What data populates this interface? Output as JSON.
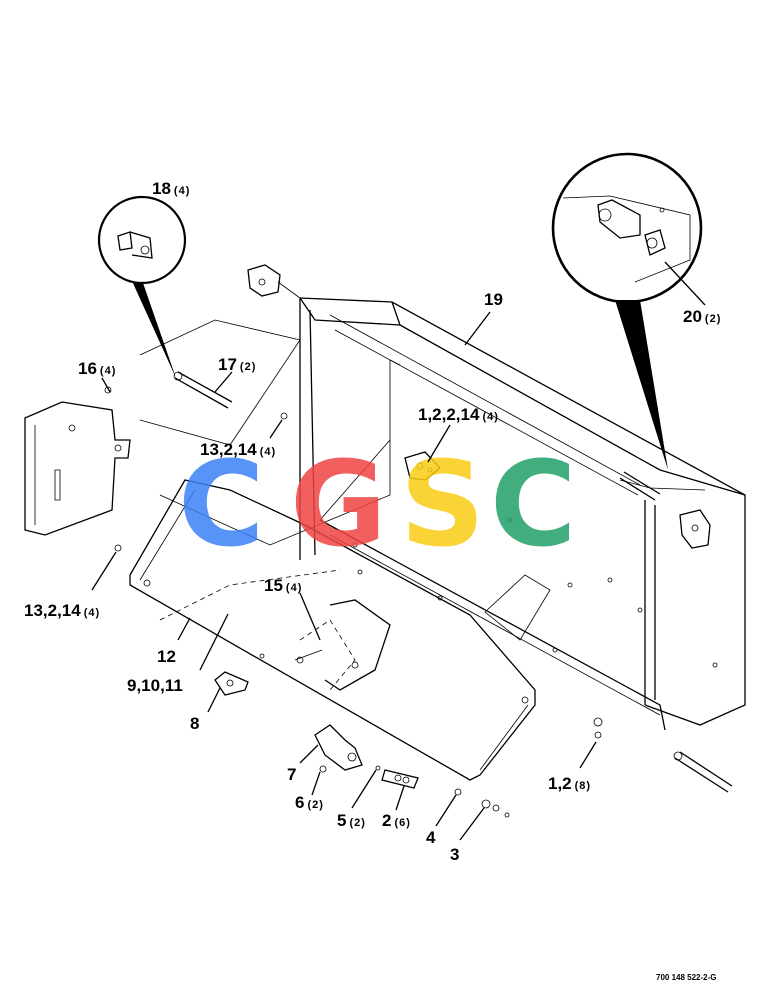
{
  "callouts": [
    {
      "id": "18",
      "text": "18",
      "qty": "(4)"
    },
    {
      "id": "19",
      "text": "19",
      "qty": ""
    },
    {
      "id": "20",
      "text": "20",
      "qty": "(2)"
    },
    {
      "id": "16",
      "text": "16",
      "qty": "(4)"
    },
    {
      "id": "17",
      "text": "17",
      "qty": "(2)"
    },
    {
      "id": "1-2-2-14",
      "text": "1,2,2,14",
      "qty": "(4)"
    },
    {
      "id": "13-2-14-top",
      "text": "13,2,14",
      "qty": "(4)"
    },
    {
      "id": "13-2-14-left",
      "text": "13,2,14",
      "qty": "(4)"
    },
    {
      "id": "15",
      "text": "15",
      "qty": "(4)"
    },
    {
      "id": "12",
      "text": "12",
      "qty": ""
    },
    {
      "id": "9-10-11",
      "text": "9,10,11",
      "qty": ""
    },
    {
      "id": "8",
      "text": "8",
      "qty": ""
    },
    {
      "id": "7",
      "text": "7",
      "qty": ""
    },
    {
      "id": "6",
      "text": "6",
      "qty": "(2)"
    },
    {
      "id": "5",
      "text": "5",
      "qty": "(2)"
    },
    {
      "id": "2",
      "text": "2",
      "qty": "(6)"
    },
    {
      "id": "4",
      "text": "4",
      "qty": ""
    },
    {
      "id": "3",
      "text": "3",
      "qty": ""
    },
    {
      "id": "1-2",
      "text": "1,2",
      "qty": "(8)"
    }
  ],
  "watermark": {
    "letters": [
      "C",
      "G",
      "S",
      "C"
    ],
    "colors": [
      "#3b82f6",
      "#ef4444",
      "#facc15",
      "#22a06b"
    ]
  },
  "reference_code": "700 148 522-2-G"
}
